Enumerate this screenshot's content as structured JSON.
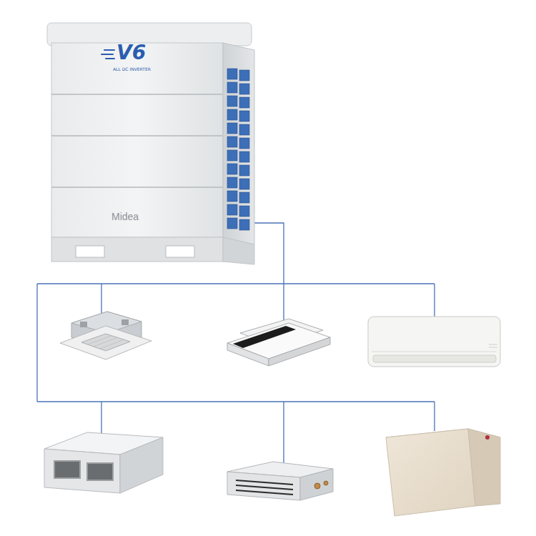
{
  "diagram": {
    "labels": [
      "V6",
      "ALL DC INVERTER",
      "Midea"
    ]
  }
}
